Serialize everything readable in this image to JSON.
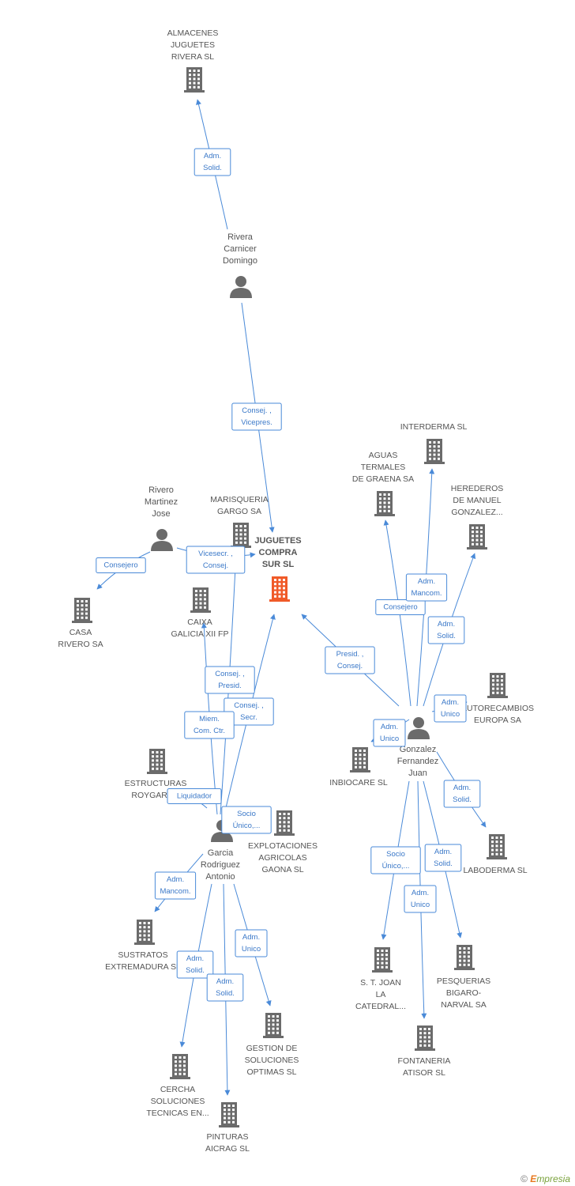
{
  "colors": {
    "edge": "#4a8ad8",
    "edge_text": "#3a78c8",
    "icon": "#6b6b6b",
    "focus_icon": "#f05a28",
    "label": "#555555"
  },
  "nodes": [
    {
      "id": "almacenes",
      "type": "company",
      "lines": [
        "ALMACENES",
        "JUGUETES",
        "RIVERA SL"
      ]
    },
    {
      "id": "rivera_carnicer",
      "type": "person",
      "lines": [
        "Rivera",
        "Carnicer",
        "Domingo"
      ]
    },
    {
      "id": "interderma",
      "type": "company",
      "lines": [
        "INTERDERMA SL"
      ]
    },
    {
      "id": "aguas",
      "type": "company",
      "lines": [
        "AGUAS",
        "TERMALES",
        "DE GRAENA SA"
      ]
    },
    {
      "id": "herederos",
      "type": "company",
      "lines": [
        "HEREDEROS",
        "DE MANUEL",
        "GONZALEZ..."
      ]
    },
    {
      "id": "rivero_martinez",
      "type": "person",
      "lines": [
        "Rivero",
        "Martinez",
        "Jose"
      ]
    },
    {
      "id": "marisqueria",
      "type": "company",
      "lines": [
        "MARISQUERIA",
        "GARGO SA"
      ]
    },
    {
      "id": "juguetes",
      "type": "focus",
      "lines": [
        "JUGUETES",
        "COMPRA",
        "SUR SL"
      ]
    },
    {
      "id": "casa_rivero",
      "type": "company",
      "lines": [
        "CASA",
        "RIVERO SA"
      ]
    },
    {
      "id": "caixa",
      "type": "company",
      "lines": [
        "CAIXA",
        "GALICIA XII FP"
      ]
    },
    {
      "id": "autorecambios",
      "type": "company",
      "lines": [
        "AUTORECAMBIOS",
        "EUROPA SA"
      ]
    },
    {
      "id": "gonzalez",
      "type": "person",
      "lines": [
        "Gonzalez",
        "Fernandez",
        "Juan"
      ]
    },
    {
      "id": "inbiocare",
      "type": "company",
      "lines": [
        "INBIOCARE SL"
      ]
    },
    {
      "id": "estructuras",
      "type": "company",
      "lines": [
        "ESTRUCTURAS",
        "ROYGAR SL"
      ]
    },
    {
      "id": "explotaciones",
      "type": "company",
      "lines": [
        "EXPLOTACIONES",
        "AGRICOLAS",
        "GAONA SL"
      ]
    },
    {
      "id": "garcia",
      "type": "person",
      "lines": [
        "Garcia",
        "Rodriguez",
        "Antonio"
      ]
    },
    {
      "id": "laboderma",
      "type": "company",
      "lines": [
        "LABODERMA SL"
      ]
    },
    {
      "id": "sustratos",
      "type": "company",
      "lines": [
        "SUSTRATOS",
        "EXTREMADURA SL"
      ]
    },
    {
      "id": "st_joan",
      "type": "company",
      "lines": [
        "S. T. JOAN",
        "LA",
        "CATEDRAL..."
      ]
    },
    {
      "id": "pesquerias",
      "type": "company",
      "lines": [
        "PESQUERIAS",
        "BIGARO-",
        "NARVAL SA"
      ]
    },
    {
      "id": "gestion",
      "type": "company",
      "lines": [
        "GESTION DE",
        "SOLUCIONES",
        "OPTIMAS SL"
      ]
    },
    {
      "id": "fontaneria",
      "type": "company",
      "lines": [
        "FONTANERIA",
        "ATISOR SL"
      ]
    },
    {
      "id": "cercha",
      "type": "company",
      "lines": [
        "CERCHA",
        "SOLUCIONES",
        "TECNICAS EN..."
      ]
    },
    {
      "id": "pinturas",
      "type": "company",
      "lines": [
        "PINTURAS",
        "AICRAG SL"
      ]
    }
  ],
  "edges": [
    {
      "from": "rivera_carnicer",
      "to": "almacenes",
      "lines": [
        "Adm.",
        "Solid."
      ]
    },
    {
      "from": "rivera_carnicer",
      "to": "juguetes",
      "lines": [
        "Consej. ,",
        "Vicepres."
      ]
    },
    {
      "from": "rivero_martinez",
      "to": "juguetes",
      "lines": [
        "Vicesecr. ,",
        "Consej."
      ]
    },
    {
      "from": "rivero_martinez",
      "to": "casa_rivero",
      "lines": [
        "Consejero"
      ]
    },
    {
      "from": "gonzalez",
      "to": "juguetes",
      "lines": [
        "Presid. ,",
        "Consej."
      ]
    },
    {
      "from": "gonzalez",
      "to": "aguas",
      "lines": [
        "Consejero"
      ]
    },
    {
      "from": "gonzalez",
      "to": "interderma",
      "lines": [
        "Adm.",
        "Mancom."
      ]
    },
    {
      "from": "gonzalez",
      "to": "herederos",
      "lines": [
        "Adm.",
        "Solid."
      ]
    },
    {
      "from": "gonzalez",
      "to": "autorecambios",
      "lines": [
        "Adm.",
        "Unico"
      ]
    },
    {
      "from": "gonzalez",
      "to": "inbiocare",
      "lines": [
        "Adm.",
        "Unico"
      ]
    },
    {
      "from": "gonzalez",
      "to": "laboderma",
      "lines": [
        "Adm.",
        "Solid."
      ]
    },
    {
      "from": "gonzalez",
      "to": "st_joan",
      "lines": [
        "Socio",
        "Único,..."
      ]
    },
    {
      "from": "gonzalez",
      "to": "pesquerias",
      "lines": [
        "Adm.",
        "Solid."
      ]
    },
    {
      "from": "gonzalez",
      "to": "fontaneria",
      "lines": [
        "Adm.",
        "Unico"
      ]
    },
    {
      "from": "garcia",
      "to": "marisqueria",
      "lines": [
        "Consej. ,",
        "Presid."
      ]
    },
    {
      "from": "garcia",
      "to": "juguetes",
      "lines": [
        "Consej. ,",
        "Secr."
      ]
    },
    {
      "from": "garcia",
      "to": "caixa",
      "lines": [
        "Miem.",
        "Com. Ctr."
      ]
    },
    {
      "from": "garcia",
      "to": "estructuras",
      "lines": [
        "Liquidador"
      ]
    },
    {
      "from": "garcia",
      "to": "explotaciones",
      "lines": [
        "Socio",
        "Único,..."
      ]
    },
    {
      "from": "garcia",
      "to": "sustratos",
      "lines": [
        "Adm.",
        "Mancom."
      ]
    },
    {
      "from": "garcia",
      "to": "cercha",
      "lines": [
        "Adm.",
        "Solid."
      ]
    },
    {
      "from": "garcia",
      "to": "pinturas",
      "lines": [
        "Adm.",
        "Solid."
      ]
    },
    {
      "from": "garcia",
      "to": "gestion",
      "lines": [
        "Adm.",
        "Unico"
      ]
    }
  ],
  "footer": {
    "copyright": "©",
    "brand_e": "E",
    "brand_rest": "mpresia"
  }
}
